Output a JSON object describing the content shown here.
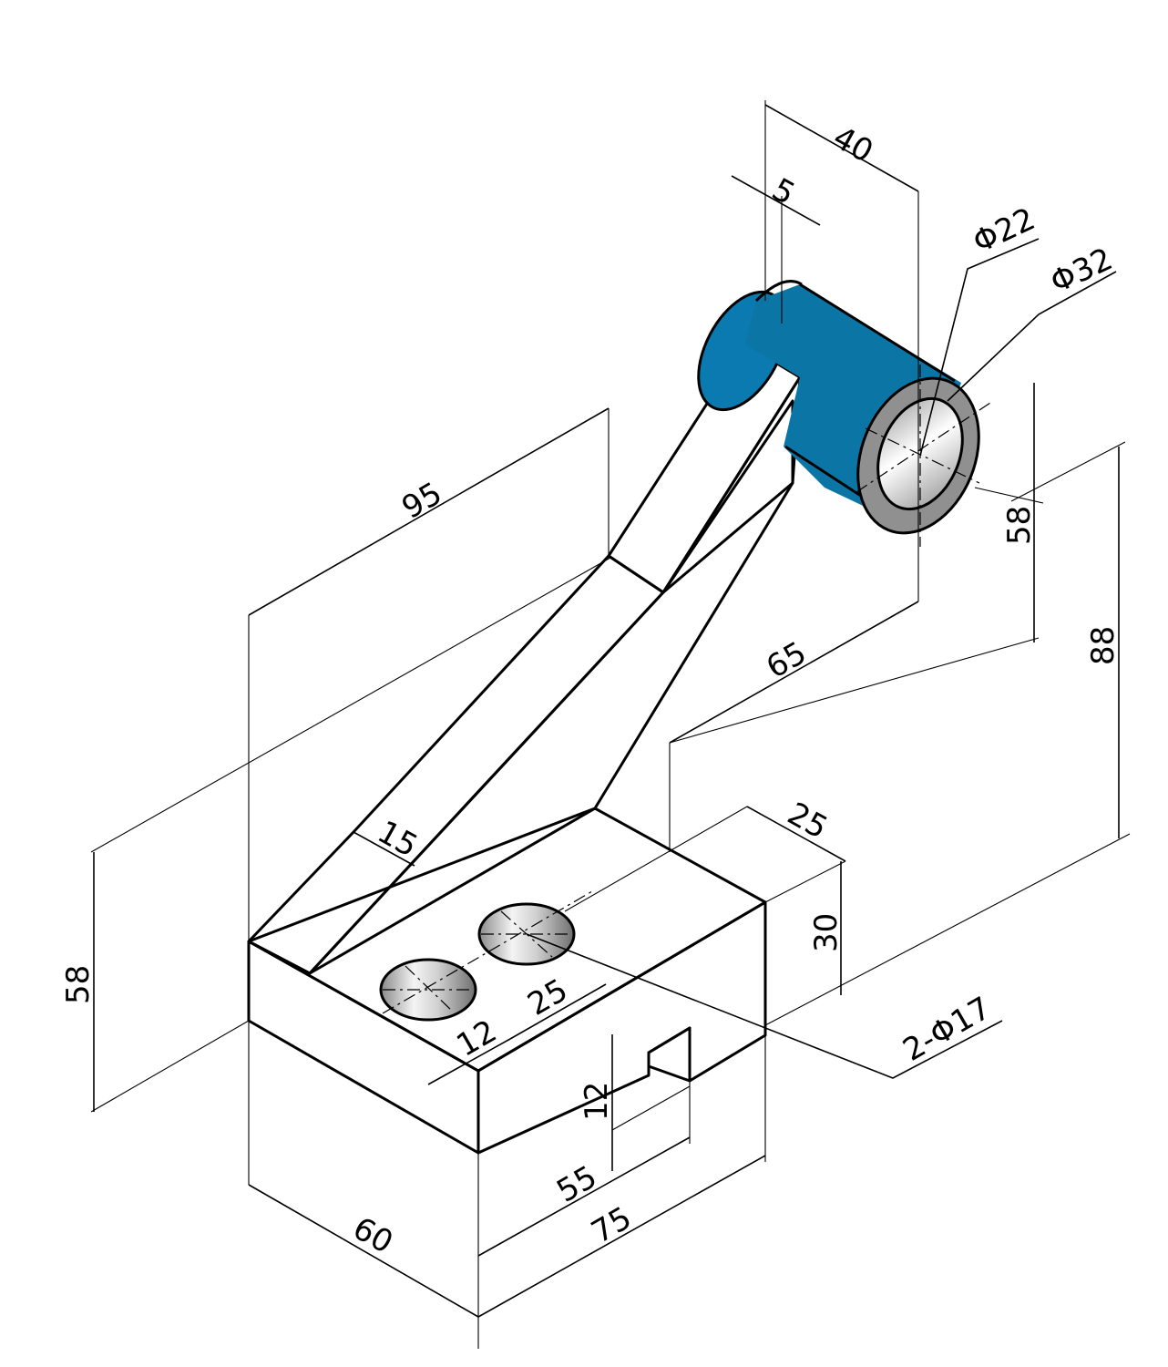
{
  "colors": {
    "body_top": "#0a86b7",
    "body_front": "#0b6a93",
    "body_side": "#0c5a7d",
    "body_dark": "#063a52",
    "hole_light": "#e8e8e8",
    "hole_dark": "#7a7a7a"
  },
  "dimensions": {
    "d40": "40",
    "d5": "5",
    "phi22": "Φ22",
    "phi32": "Φ32",
    "d95": "95",
    "d58_right": "58",
    "d88": "88",
    "d65": "65",
    "d15": "15",
    "d25_top": "25",
    "d30": "30",
    "d58_left": "58",
    "holes": "2-Φ17",
    "d25_holes": "25",
    "d12_hole": "12",
    "d12_slot": "12",
    "d55": "55",
    "d75": "75",
    "d60": "60"
  }
}
